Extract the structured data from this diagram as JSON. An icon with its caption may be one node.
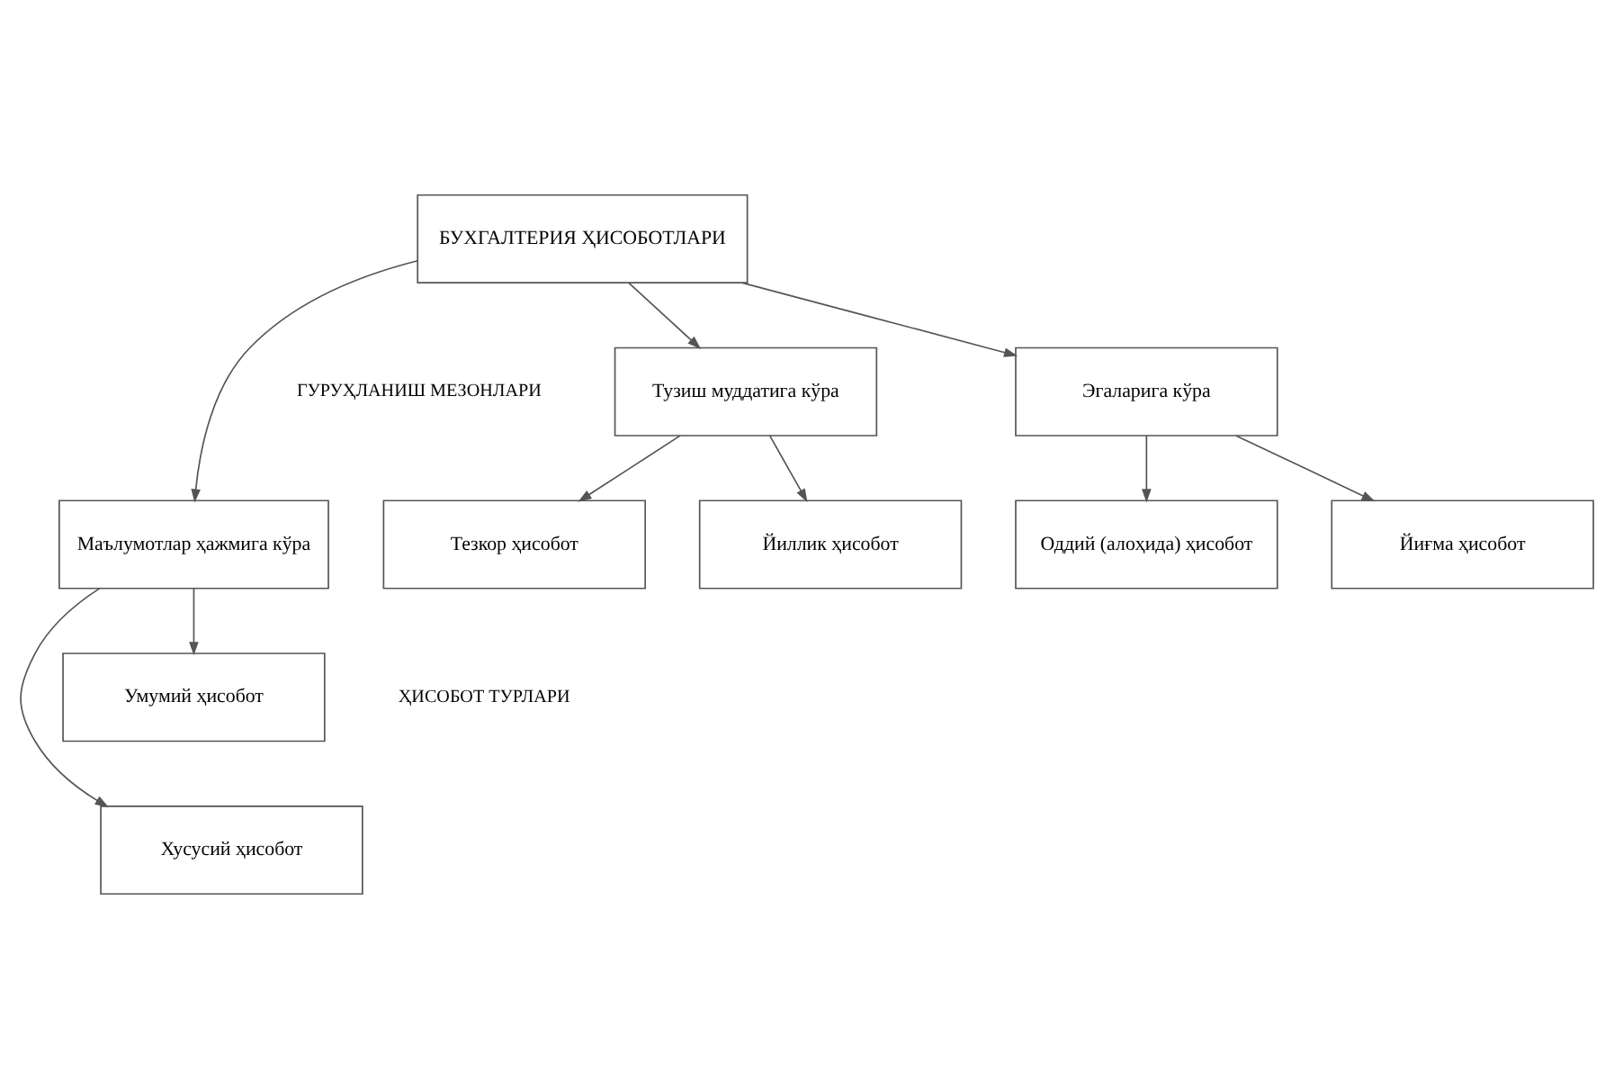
{
  "diagram": {
    "nodes": [
      {
        "text": [
          "БУХГАЛТЕРИЯ ҲИСОБОТЛАРИ"
        ]
      },
      {
        "text": [
          "Маълумотлар ҳажмига кўра"
        ]
      },
      {
        "text": [
          "Тузиш муддатига кўра"
        ]
      },
      {
        "text": [
          "Эгаларига кўра"
        ]
      },
      {
        "text": [
          "Хусусий ҳисобот"
        ]
      },
      {
        "text": [
          "Умумий ҳисобот"
        ]
      },
      {
        "text": [
          "Тезкор ҳисобот"
        ]
      },
      {
        "text": [
          "Йиллик ҳисобот"
        ]
      },
      {
        "text": [
          "Оддий (алоҳида) ҳисобот"
        ]
      },
      {
        "text": [
          "Йиғма ҳисобот"
        ]
      }
    ],
    "edges": [
      {
        "from": 0,
        "to": 1,
        "arrow": "to"
      },
      {
        "from": 0,
        "to": 2,
        "arrow": "to"
      },
      {
        "from": 0,
        "to": 3,
        "arrow": "to"
      },
      {
        "from": 1,
        "to": 4,
        "arrow": "to"
      },
      {
        "from": 1,
        "to": 5,
        "arrow": "to"
      },
      {
        "from": 2,
        "to": 6,
        "arrow": "to"
      },
      {
        "from": 2,
        "to": 7,
        "arrow": "to"
      },
      {
        "from": 3,
        "to": 8,
        "arrow": "to"
      },
      {
        "from": 3,
        "to": 9,
        "arrow": "to"
      }
    ],
    "labels": [
      "ГУРУҲЛАНИШ МЕЗОНЛАРИ",
      "ҲИСОБОТ ТУРЛАРИ"
    ]
  }
}
